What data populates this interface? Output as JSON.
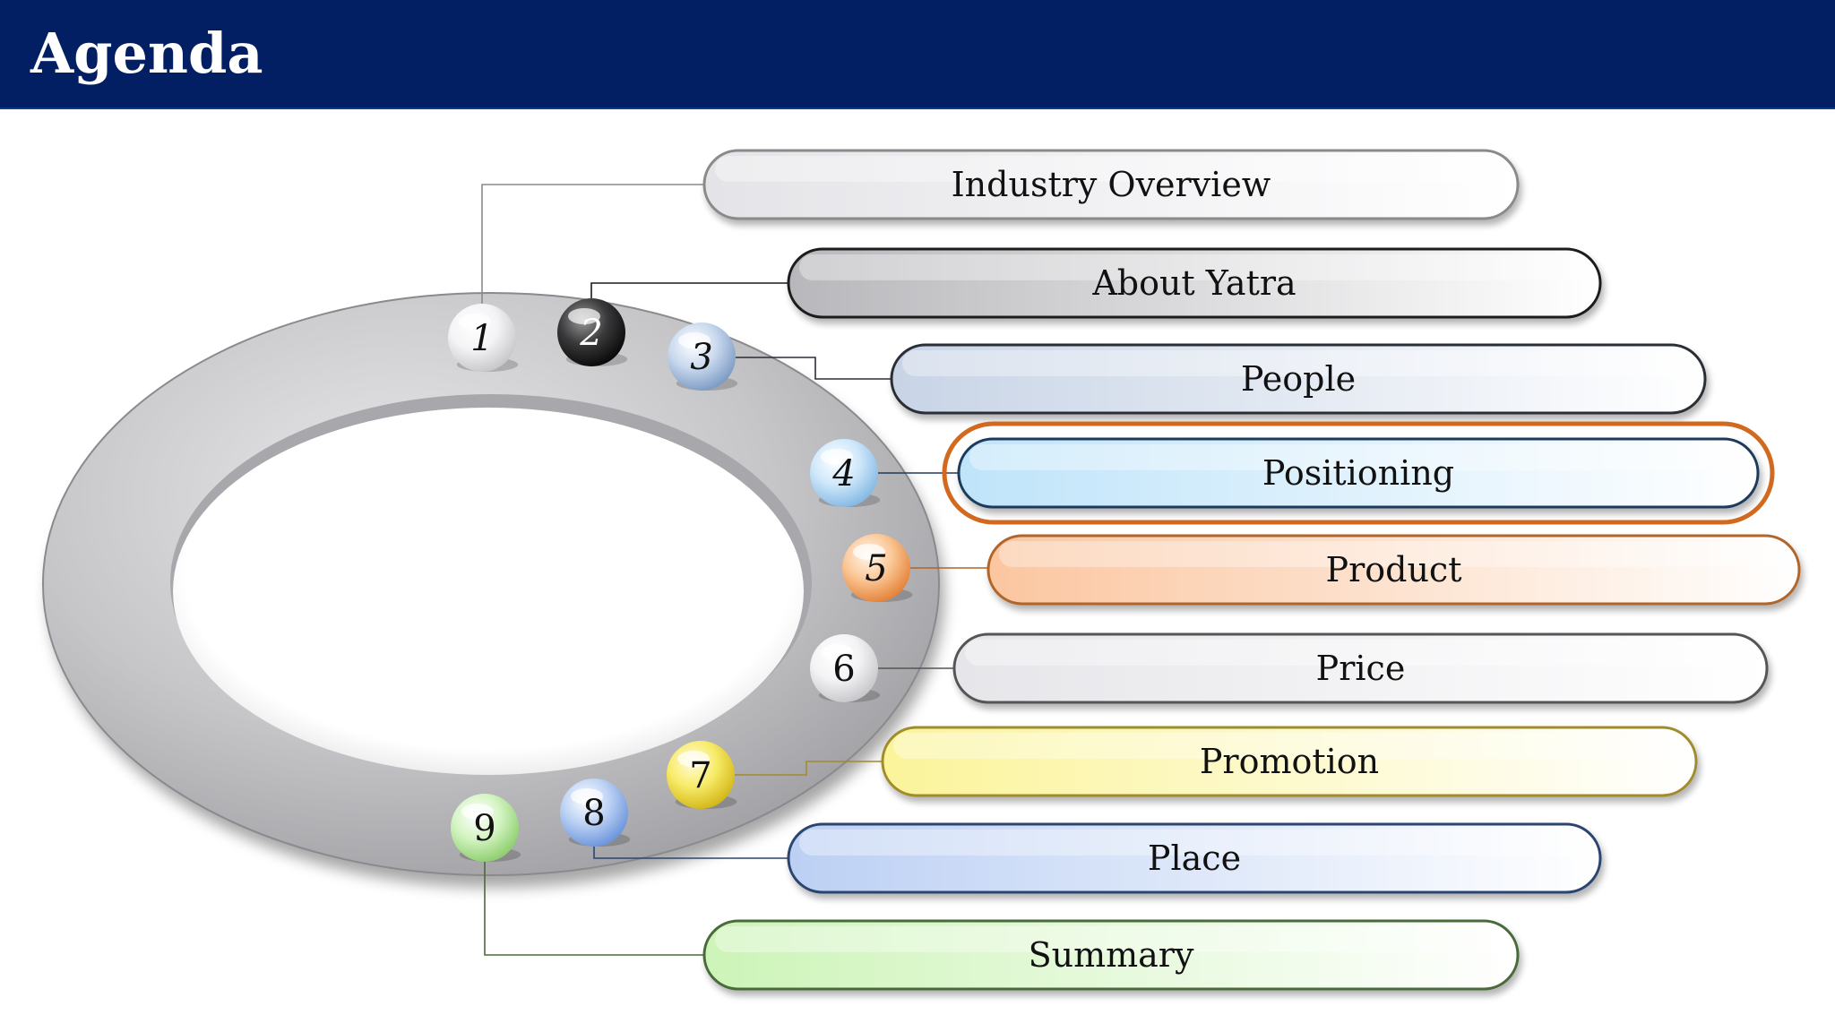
{
  "header": {
    "title": "Agenda",
    "background_color": "#021f63",
    "text_color": "#ffffff"
  },
  "agenda": {
    "active_index": 3,
    "highlight_color": "#d2691e",
    "items": [
      {
        "number": "1",
        "label": "Industry Overview",
        "fill": "#e4e4e8",
        "border": "#8a8a8a",
        "sphere": "white"
      },
      {
        "number": "2",
        "label": "About Yatra",
        "fill": "#b8b8bc",
        "border": "#1a1a1a",
        "sphere": "black"
      },
      {
        "number": "3",
        "label": "People",
        "fill": "#c8d4e6",
        "border": "#2a2e36",
        "sphere": "blue-gray"
      },
      {
        "number": "4",
        "label": "Positioning",
        "fill": "#bfe4fa",
        "border": "#1f3a5c",
        "sphere": "light-blue"
      },
      {
        "number": "5",
        "label": "Product",
        "fill": "#fbc6a0",
        "border": "#b0652a",
        "sphere": "orange"
      },
      {
        "number": "6",
        "label": "Price",
        "fill": "#e6e6ea",
        "border": "#555555",
        "sphere": "white"
      },
      {
        "number": "7",
        "label": "Promotion",
        "fill": "#fbf49a",
        "border": "#a08c2a",
        "sphere": "yellow"
      },
      {
        "number": "8",
        "label": "Place",
        "fill": "#bcd0f4",
        "border": "#2a4470",
        "sphere": "blue"
      },
      {
        "number": "9",
        "label": "Summary",
        "fill": "#cdf4b8",
        "border": "#4a6a3a",
        "sphere": "green"
      }
    ]
  }
}
